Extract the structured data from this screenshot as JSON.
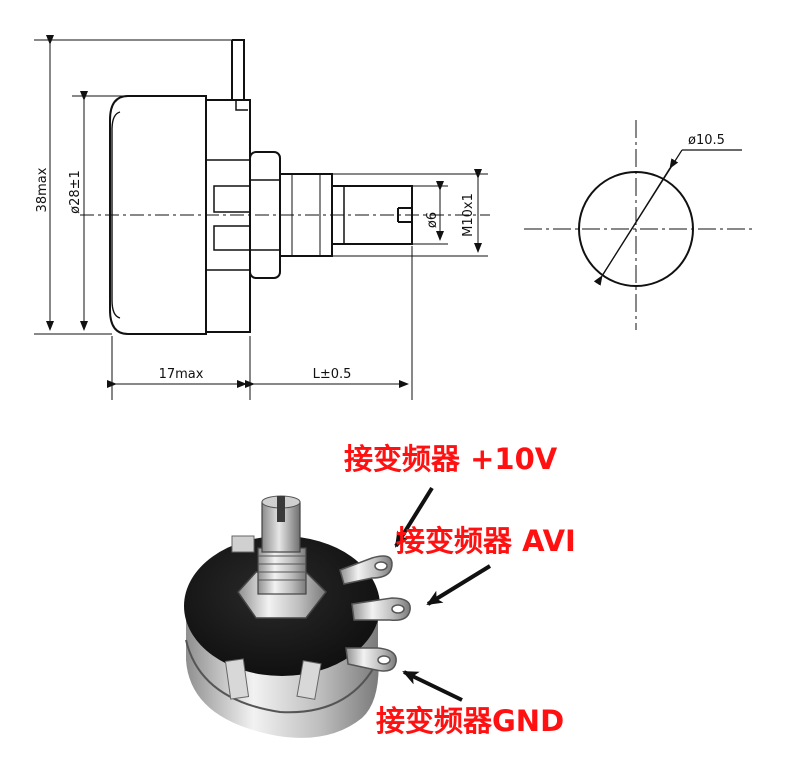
{
  "drawing": {
    "dim_height": "38max",
    "dim_diameter": "ø28±1",
    "dim_depth": "17max",
    "dim_shaft_length": "L±0.5",
    "dim_shaft_diameter": "ø6",
    "dim_thread": "M10x1",
    "dim_hole": "ø10.5"
  },
  "callouts": [
    {
      "text": "接变频器 +10V"
    },
    {
      "text": "接变频器 AVI"
    },
    {
      "text": "接变频器GND"
    }
  ],
  "colors": {
    "label": "#ff1111",
    "line": "#111111",
    "body_black": "#161616",
    "metal": "#c9c9c9"
  }
}
